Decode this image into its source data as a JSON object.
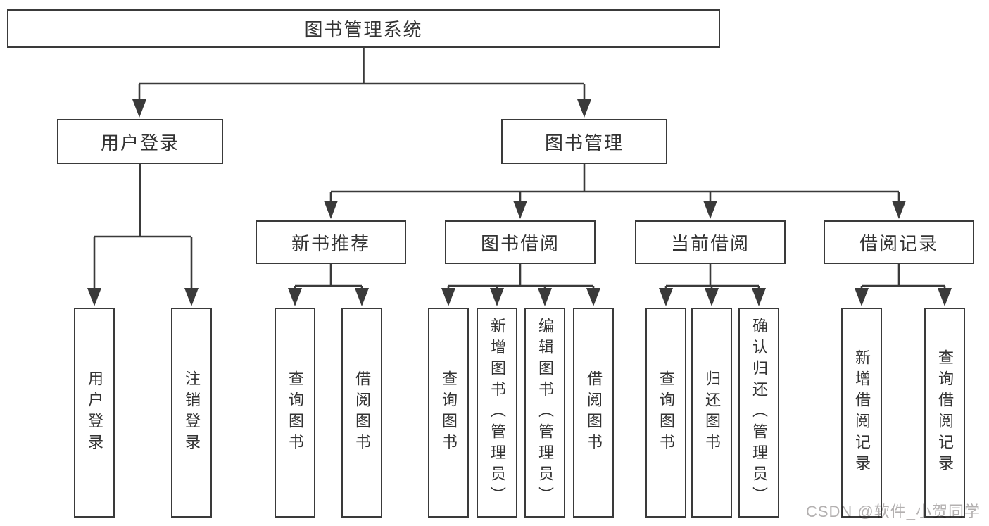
{
  "diagram": {
    "type": "hierarchy-tree",
    "root": {
      "label": "图书管理系统"
    },
    "level2": [
      {
        "label": "用户登录",
        "parent": "图书管理系统"
      },
      {
        "label": "图书管理",
        "parent": "图书管理系统"
      }
    ],
    "level3": [
      {
        "label": "新书推荐",
        "parent": "图书管理"
      },
      {
        "label": "图书借阅",
        "parent": "图书管理"
      },
      {
        "label": "当前借阅",
        "parent": "图书管理"
      },
      {
        "label": "借阅记录",
        "parent": "图书管理"
      }
    ],
    "leaves": [
      {
        "label": "用户登录",
        "parent": "用户登录"
      },
      {
        "label": "注销登录",
        "parent": "用户登录"
      },
      {
        "label": "查询图书",
        "parent": "新书推荐"
      },
      {
        "label": "借阅图书",
        "parent": "新书推荐"
      },
      {
        "label": "查询图书",
        "parent": "图书借阅"
      },
      {
        "label": "新增图书（管理员）",
        "parent": "图书借阅"
      },
      {
        "label": "编辑图书（管理员）",
        "parent": "图书借阅"
      },
      {
        "label": "借阅图书",
        "parent": "图书借阅"
      },
      {
        "label": "查询图书",
        "parent": "当前借阅"
      },
      {
        "label": "归还图书",
        "parent": "当前借阅"
      },
      {
        "label": "确认归还（管理员）",
        "parent": "当前借阅"
      },
      {
        "label": "新增借阅记录",
        "parent": "借阅记录"
      },
      {
        "label": "查询借阅记录",
        "parent": "借阅记录"
      }
    ]
  },
  "watermark": {
    "text": "CSDN @软件_小贺同学"
  },
  "colors": {
    "line": "#3a3a3a",
    "box_border": "#3a3a3a",
    "text": "#333333",
    "background": "#ffffff",
    "watermark": "#b3b0b0"
  }
}
